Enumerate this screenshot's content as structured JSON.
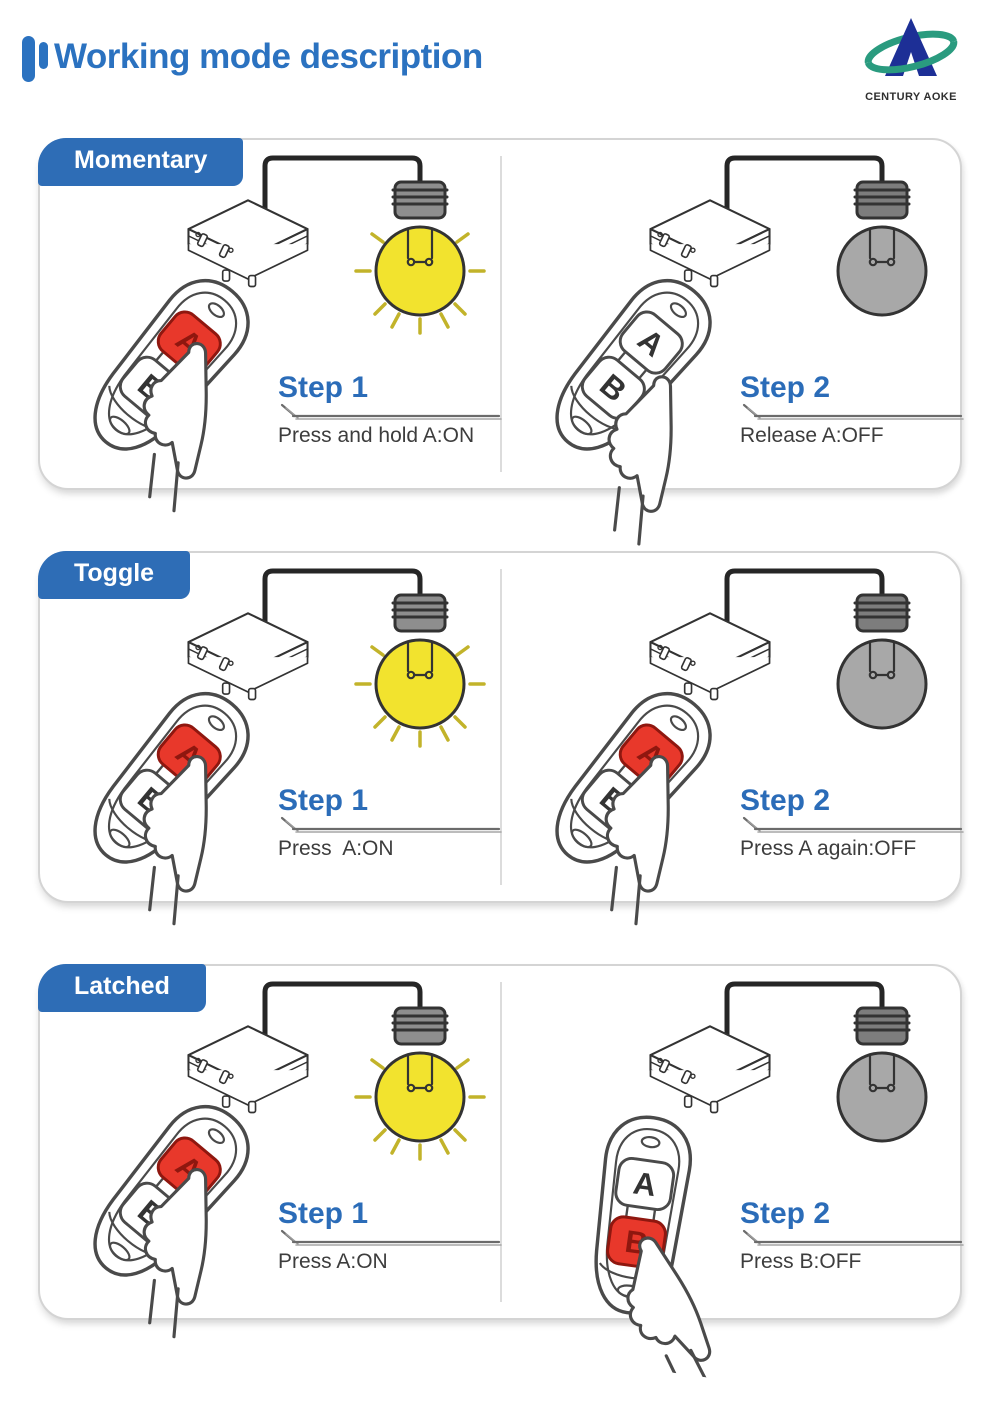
{
  "header": {
    "title": "Working mode description",
    "brand": "CENTURY AOKE"
  },
  "remote": {
    "button_a": "A",
    "button_b": "B"
  },
  "modes": [
    {
      "label": "Momentary",
      "steps": [
        {
          "title": "Step 1",
          "description": "Press and hold A:ON",
          "bulb": "on",
          "pressed_button": "A",
          "wifi_signal": true
        },
        {
          "title": "Step 2",
          "description": "Release A:OFF",
          "bulb": "off",
          "pressed_button": null,
          "wifi_signal": false
        }
      ]
    },
    {
      "label": "Toggle",
      "steps": [
        {
          "title": "Step 1",
          "description": "Press  A:ON",
          "bulb": "on",
          "pressed_button": "A",
          "wifi_signal": true
        },
        {
          "title": "Step 2",
          "description": "Press A again:OFF",
          "bulb": "off",
          "pressed_button": "A",
          "wifi_signal": true
        }
      ]
    },
    {
      "label": "Latched",
      "steps": [
        {
          "title": "Step 1",
          "description": "Press A:ON",
          "bulb": "on",
          "pressed_button": "A",
          "wifi_signal": true
        },
        {
          "title": "Step 2",
          "description": "Press B:OFF",
          "bulb": "off",
          "pressed_button": "B",
          "wifi_signal": true
        }
      ]
    }
  ],
  "icons": {
    "title_marker": "double-bar-icon",
    "brand_logo": "century-aoke-logo",
    "wifi": "wifi-signal-icon",
    "bulb_on": "lit-bulb-icon",
    "bulb_off": "off-bulb-icon",
    "receiver": "relay-receiver-box",
    "remote": "two-button-remote"
  },
  "colors": {
    "title_blue": "#2b72c0",
    "tab_blue": "#2e6db6",
    "step_blue": "#2b6cb8",
    "text_gray": "#3d3d3d",
    "bulb_on_yellow": "#f2e32e",
    "bulb_ray_olive": "#c2b32a",
    "bulb_off_gray": "#a8a8a8",
    "pressed_red": "#e8382b",
    "wifi_blue": "#4aa0d6",
    "logo_green": "#2a9b7f",
    "logo_navy": "#1d2f96",
    "panel_border": "#d4d4d4"
  }
}
